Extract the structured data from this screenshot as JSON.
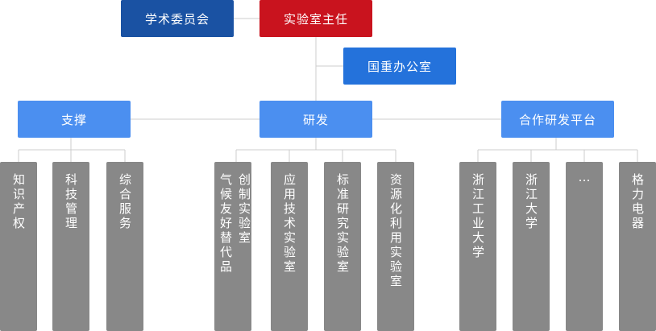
{
  "top": {
    "committee": "学术委员会",
    "director": "实验室主任",
    "office": "国重办公室"
  },
  "branches": [
    {
      "label": "支撑",
      "leaves": [
        [
          "知识产权"
        ],
        [
          "科技管理"
        ],
        [
          "综合服务"
        ]
      ]
    },
    {
      "label": "研发",
      "leaves": [
        [
          "创制实验室",
          "气候友好替代品"
        ],
        [
          "应用技术实验室"
        ],
        [
          "标准研究实验室"
        ],
        [
          "资源化利用实验室"
        ]
      ]
    },
    {
      "label": "合作研发平台",
      "leaves": [
        [
          "浙江工业大学"
        ],
        [
          "浙江大学"
        ],
        [
          "…"
        ],
        [
          "格力电器"
        ]
      ]
    }
  ],
  "colors": {
    "dark_blue": "#1a52a3",
    "red": "#c9131e",
    "blue": "#2472db",
    "light_blue": "#4b8ff0",
    "gray": "#888888",
    "line": "#cccccc"
  }
}
